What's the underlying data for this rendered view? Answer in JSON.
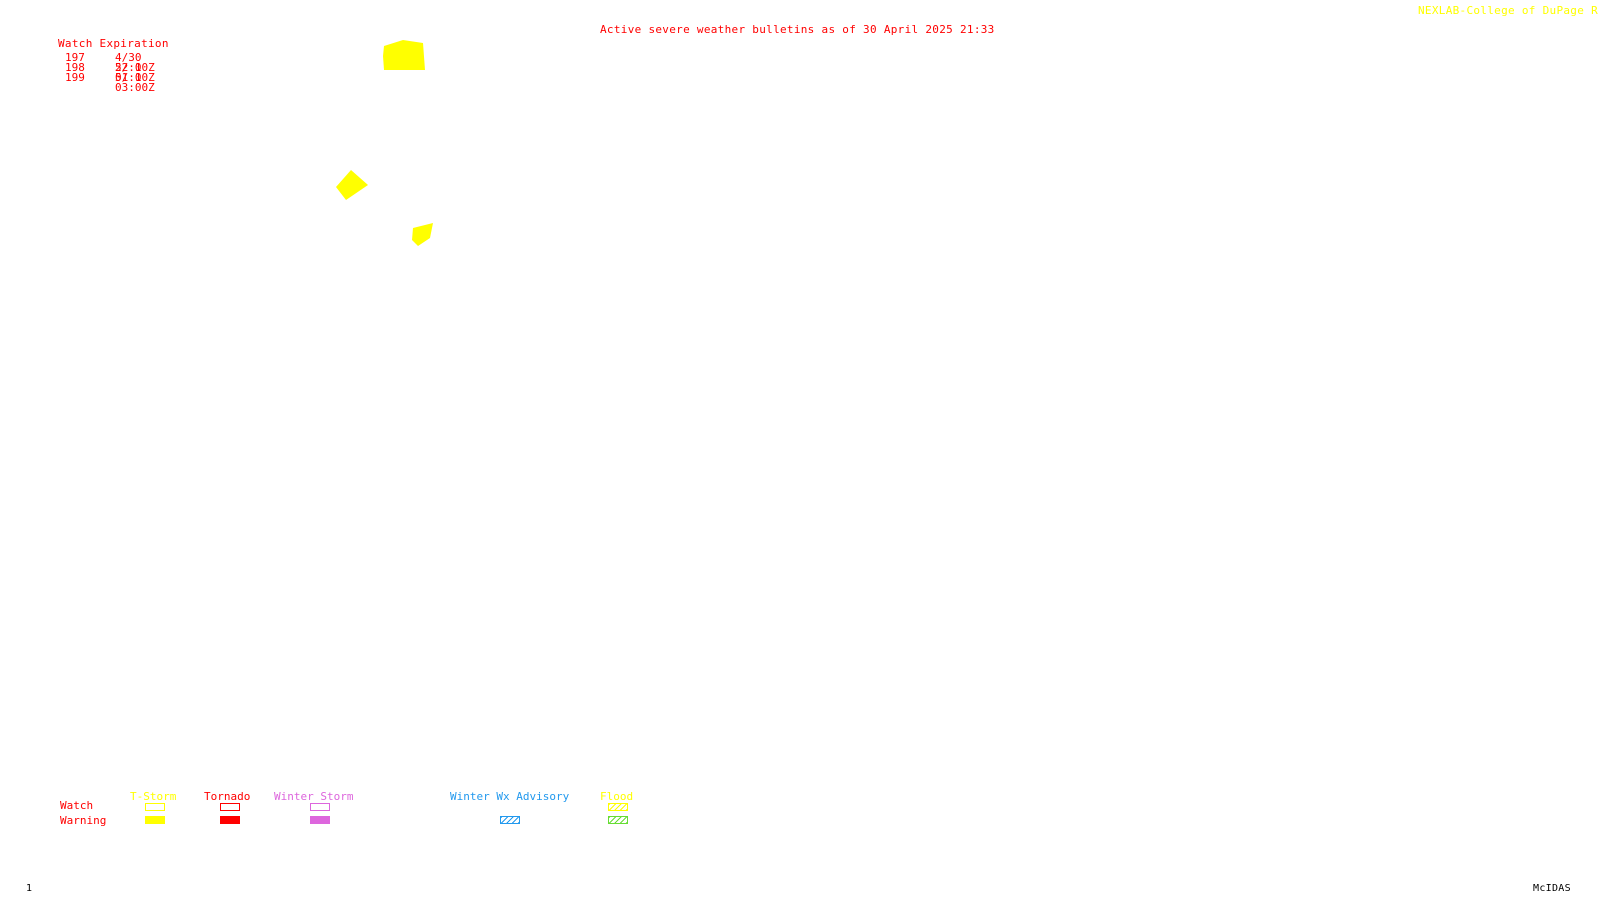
{
  "header": {
    "credit": "NEXLAB-College of DuPage R",
    "title": "Active severe weather bulletins as of 30 April 2025 21:33"
  },
  "watch_table": {
    "header": "Watch Expiration",
    "rows": [
      {
        "number": "197",
        "expiration": "4/30 22:00Z"
      },
      {
        "number": "198",
        "expiration": "5/ 1 01:00Z"
      },
      {
        "number": "199",
        "expiration": "5/ 1 03:00Z"
      }
    ]
  },
  "map": {
    "polygons": [
      {
        "type": "T-Storm Watch",
        "color": "#ffff00"
      },
      {
        "type": "T-Storm Watch",
        "color": "#ffff00"
      },
      {
        "type": "T-Storm Watch",
        "color": "#ffff00"
      }
    ]
  },
  "legend": {
    "row_labels": {
      "watch": "Watch",
      "warning": "Warning"
    },
    "categories": [
      {
        "label": "T-Storm",
        "color": "#ffff00"
      },
      {
        "label": "Tornado",
        "color": "#ff0000"
      },
      {
        "label": "Winter Storm",
        "color": "#dd66dd"
      },
      {
        "label": "Winter Wx Advisory",
        "color": "#2299ee"
      },
      {
        "label": "Flood",
        "color": "#ffff00",
        "warning_color": "#66dd33"
      }
    ]
  },
  "footer": {
    "frame": "1",
    "software": "McIDAS"
  }
}
